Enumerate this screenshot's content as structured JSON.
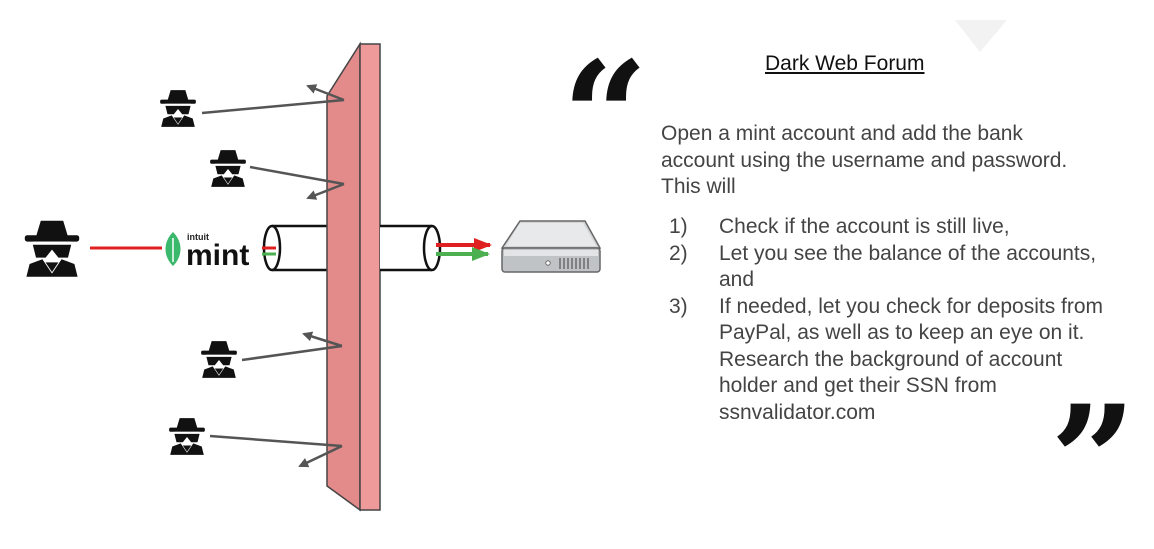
{
  "forum": {
    "title": "Dark Web Forum",
    "quote_open": "“",
    "quote_close": "”",
    "intro": "Open a mint account and add the bank account using the username and password. This will",
    "steps": [
      {
        "num": "1)",
        "text": "Check if the account is still live,"
      },
      {
        "num": "2)",
        "text": "Let you see the balance of the accounts, and"
      },
      {
        "num": "3)",
        "text": "If needed, let you check for deposits from PayPal, as well as to keep an eye on it. Research the background of account holder and get their SSN from ssnvalidator.com"
      }
    ]
  },
  "mint_logo": {
    "brand": "intuit",
    "name": "mint"
  },
  "icons": {
    "attacker": "hacker-icon",
    "server": "server-icon",
    "firewall": "firewall-wall",
    "tunnel": "tunnel-pipe",
    "leaf": "mint-leaf-icon"
  },
  "colors": {
    "wall_front": "#ef9a9a",
    "wall_side": "#e38a8a",
    "request_arrow": "#e02020",
    "response_arrow": "#4caf50",
    "deflect_arrow": "#555555",
    "mint_green": "#3ab86b"
  }
}
